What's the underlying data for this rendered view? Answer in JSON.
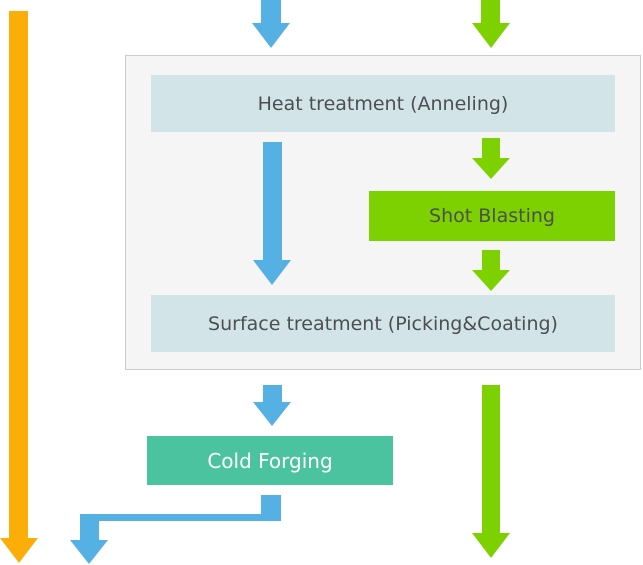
{
  "colors": {
    "orange_flow": "#fbae08",
    "blue_flow": "#55b0e3",
    "green_flow": "#7ed100",
    "step_light": "#d3e4e9",
    "cold_forging": "#4bc39e",
    "container_bg": "#f5f5f5"
  },
  "steps": {
    "heat_treatment": "Heat treatment (Anneling)",
    "shot_blasting": "Shot Blasting",
    "surface_treatment": "Surface treatment (Picking&Coating)",
    "cold_forging": "Cold Forging"
  },
  "arrows": [
    {
      "name": "orange-bypass-arrow",
      "color": "orange_flow"
    },
    {
      "name": "blue-input-arrow",
      "color": "blue_flow"
    },
    {
      "name": "green-input-arrow",
      "color": "green_flow"
    },
    {
      "name": "blue-heat-to-surface-arrow",
      "color": "blue_flow"
    },
    {
      "name": "green-heat-to-shot-arrow",
      "color": "green_flow"
    },
    {
      "name": "green-shot-to-surface-arrow",
      "color": "green_flow"
    },
    {
      "name": "blue-surface-to-cold-arrow",
      "color": "blue_flow"
    },
    {
      "name": "blue-cold-output-arrow",
      "color": "blue_flow"
    },
    {
      "name": "green-output-arrow",
      "color": "green_flow"
    }
  ]
}
